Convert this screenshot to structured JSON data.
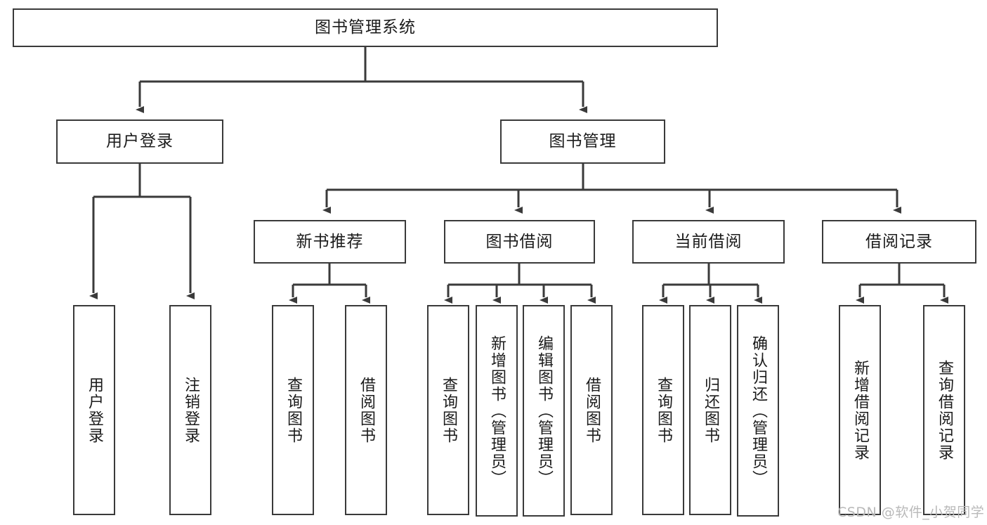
{
  "diagram": {
    "type": "tree",
    "title": "图书管理系统",
    "colors": {
      "stroke": "#3a3a3a",
      "fill": "#ffffff",
      "text": "#1b1b1b",
      "watermark": "#b9b9b9"
    },
    "root": {
      "label": "图书管理系统"
    },
    "level2": [
      {
        "label": "用户登录"
      },
      {
        "label": "图书管理"
      }
    ],
    "level3": [
      {
        "label": "新书推荐"
      },
      {
        "label": "图书借阅"
      },
      {
        "label": "当前借阅"
      },
      {
        "label": "借阅记录"
      }
    ],
    "leaves_user_login": [
      {
        "label": "用户登录"
      },
      {
        "label": "注销登录"
      }
    ],
    "leaves_new_book": [
      {
        "label": "查询图书"
      },
      {
        "label": "借阅图书"
      }
    ],
    "leaves_borrow": [
      {
        "label": "查询图书"
      },
      {
        "label": "新增图书（管理员）"
      },
      {
        "label": "编辑图书（管理员）"
      },
      {
        "label": "借阅图书"
      }
    ],
    "leaves_current": [
      {
        "label": "查询图书"
      },
      {
        "label": "归还图书"
      },
      {
        "label": "确认归还（管理员）"
      }
    ],
    "leaves_records": [
      {
        "label": "新增借阅记录"
      },
      {
        "label": "查询借阅记录"
      }
    ]
  },
  "watermark": {
    "text": "CSDN @软件_小贺同学"
  }
}
